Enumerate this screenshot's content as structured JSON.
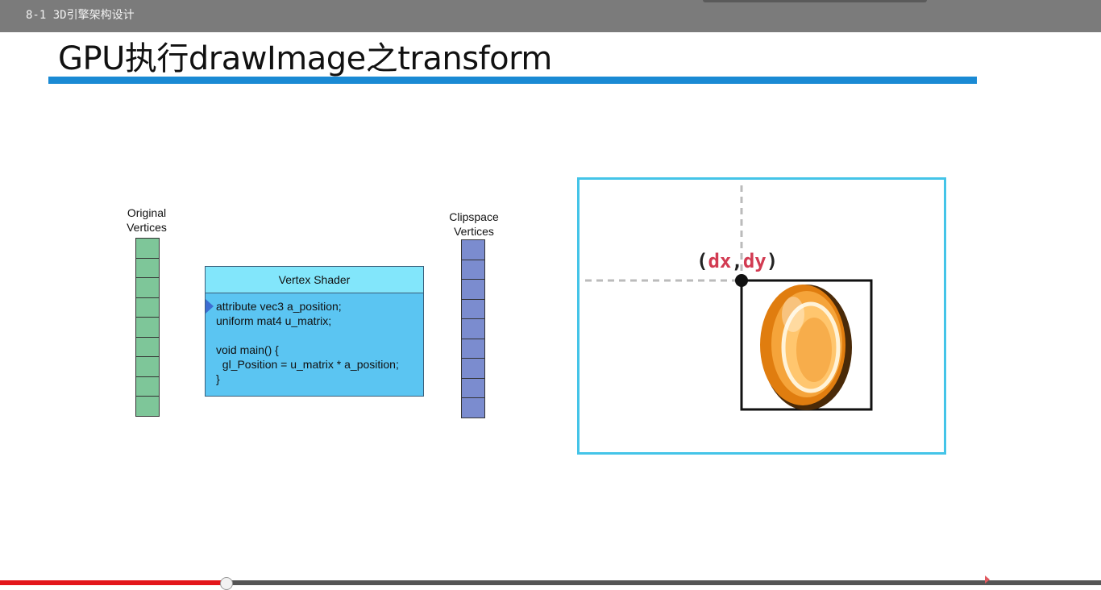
{
  "window": {
    "title": "8-1 3D引擎架构设计"
  },
  "slide": {
    "title": "GPU执行drawImage之transform",
    "accent_color": "#1a8ad4"
  },
  "diagram": {
    "left_label": [
      "Original",
      "Vertices"
    ],
    "right_label": [
      "Clipspace",
      "Vertices"
    ],
    "left_cells": 9,
    "right_cells": 9,
    "shader": {
      "header": "Vertex Shader",
      "code": "attribute vec3 a_position;\nuniform mat4 u_matrix;\n\nvoid main() {\n  gl_Position = u_matrix * a_position;\n}"
    }
  },
  "canvas": {
    "coord_open": "(",
    "coord_x": "dx",
    "coord_sep": ",",
    "coord_y": "dy",
    "coord_close": ")",
    "frame_color": "#44c4e8",
    "coin_color": "#f49a1e"
  },
  "player": {
    "progress": 0.205,
    "progress_color": "#e3161b"
  }
}
